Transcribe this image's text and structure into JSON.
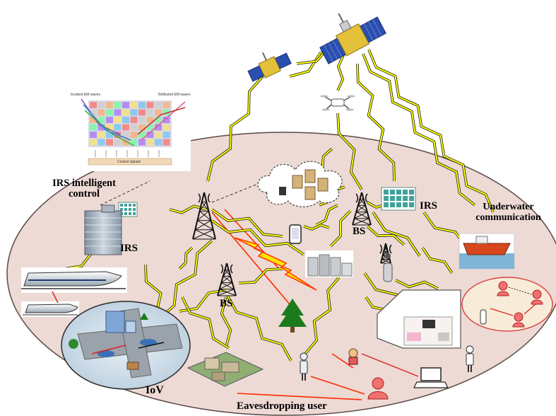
{
  "labels": {
    "irs_control": "IRS intelligent\ncontrol",
    "irs_center": "IRS",
    "irs_left": "IRS",
    "bs_center": "BS",
    "bs_left": "BS",
    "underwater": "Underwater\ncommunication",
    "iov": "IoV",
    "eavesdropping": "Eavesdropping user"
  },
  "irs_panel_text": {
    "incident": "Incident EM waves",
    "reflected": "Reflected EM waves",
    "control": "Control signals"
  },
  "colors": {
    "ellipse_fill": "#eddad4",
    "ellipse_stroke": "#5a4a48",
    "lightning": "#ffff00",
    "lightning_stroke": "#1a1a1a",
    "eavesdrop_link": "#ff2a00",
    "user_red": "#f07070",
    "tree": "#1b7a1b",
    "sat_panel": "#2a4fb0",
    "sat_body": "#e3c13a"
  }
}
